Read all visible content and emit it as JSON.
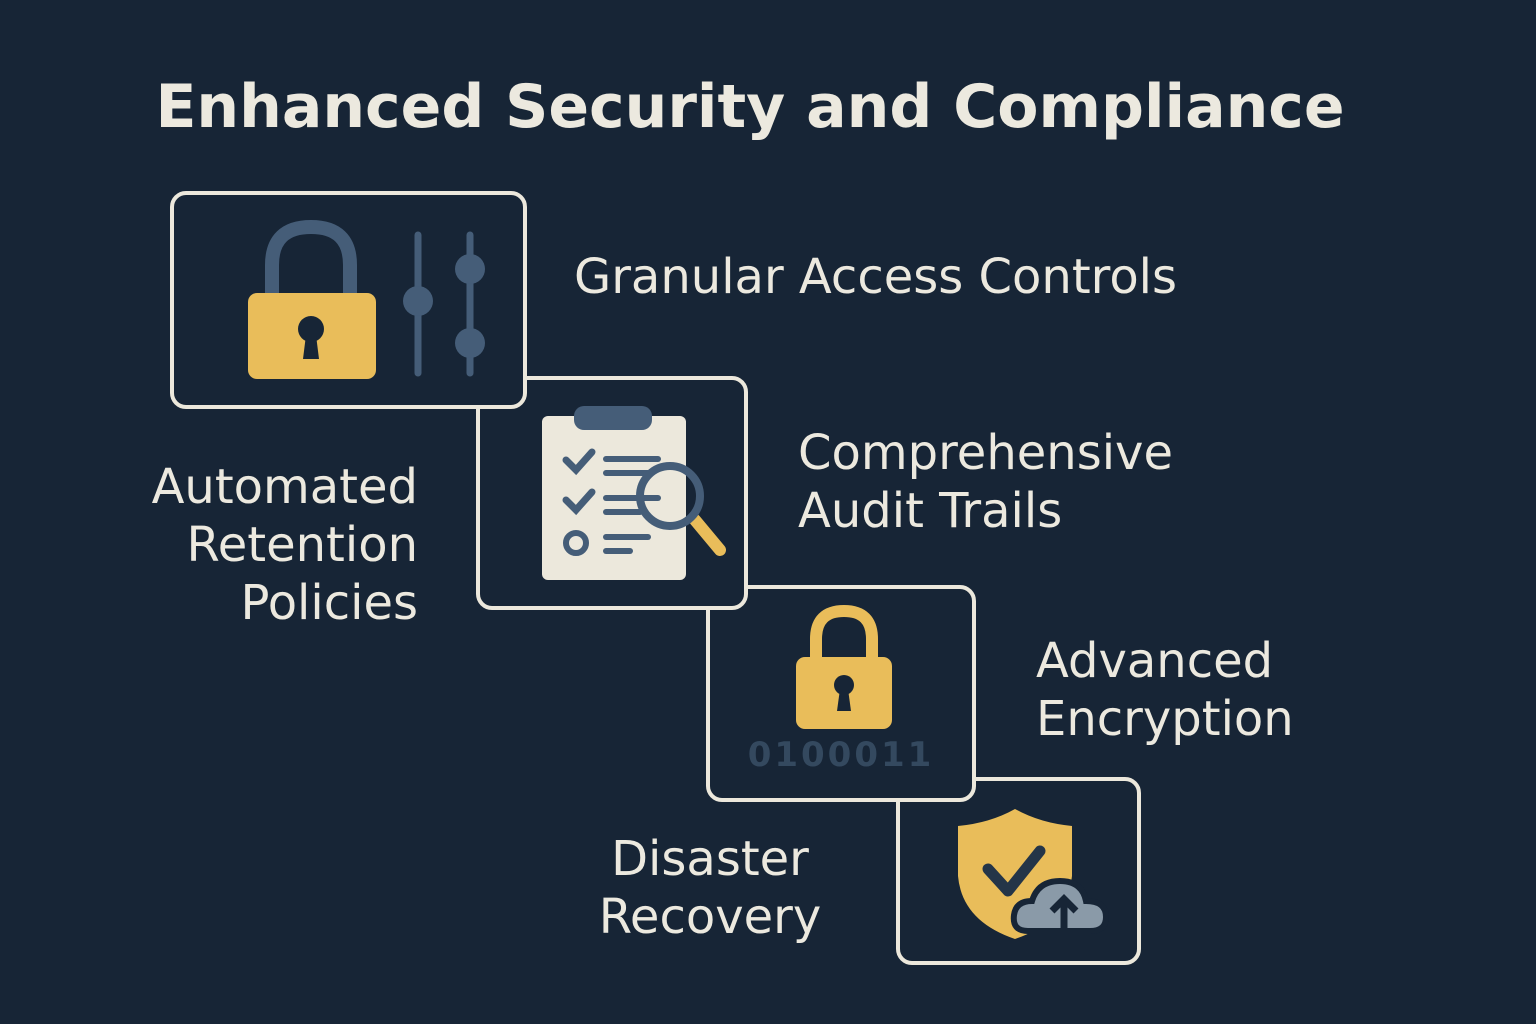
{
  "title": "Enhanced Security and Compliance",
  "colors": {
    "background": "#172536",
    "border": "#ece8dc",
    "text": "#ece9df",
    "accent": "#e9bd5a",
    "slate": "#455d78",
    "cloud": "#8a9aa8"
  },
  "features": [
    {
      "icon": "padlock-sliders-icon",
      "lines": [
        "Granular Access Controls"
      ]
    },
    {
      "icon": "clipboard-magnifier-icon",
      "lines": [
        "Comprehensive",
        "Audit Trails"
      ]
    },
    {
      "icon": "clipboard-magnifier-icon",
      "lines": [
        "Automated",
        "Retention",
        "Policies"
      ]
    },
    {
      "icon": "padlock-binary-icon",
      "lines": [
        "Advanced",
        "Encryption"
      ],
      "binary": "0100011"
    },
    {
      "icon": "shield-cloud-icon",
      "lines": [
        "Disaster",
        "Recovery"
      ]
    }
  ]
}
